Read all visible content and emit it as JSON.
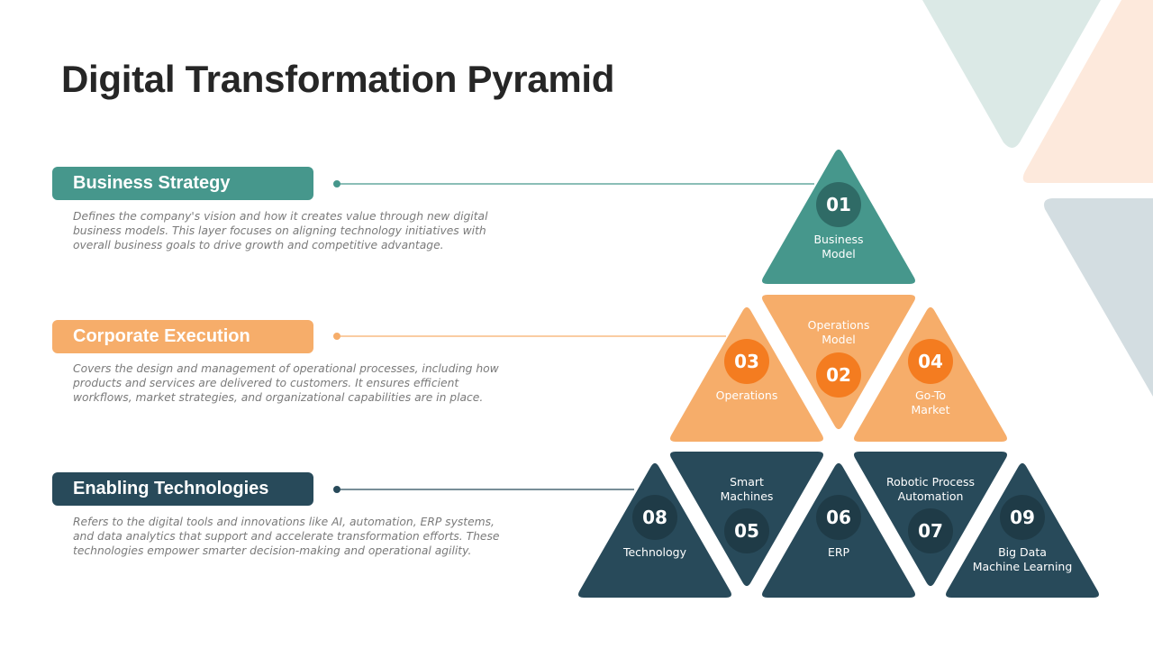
{
  "title": "Digital Transformation Pyramid",
  "colors": {
    "teal": "#46978c",
    "orange_light": "#f6ad6a",
    "orange_dark": "#f47c20",
    "navy": "#284a5a",
    "circle_teal": "#2f6b66",
    "circle_navy": "#1f3b47",
    "bg_teal": "#dbe9e6",
    "bg_peach": "#fde9dc",
    "bg_gray": "#d3dde1"
  },
  "layers": [
    {
      "label": "Business Strategy",
      "description": "Defines the company's vision and how it creates value through new digital business models. This layer focuses on aligning technology initiatives with overall business goals to drive growth and competitive advantage.",
      "color": "#46978c"
    },
    {
      "label": "Corporate Execution",
      "description": "Covers the design and management of operational processes, including how products and services are delivered to customers. It ensures efficient workflows, market strategies, and organizational capabilities are in place.",
      "color": "#f6ad6a"
    },
    {
      "label": "Enabling Technologies",
      "description": "Refers to the digital tools and innovations like AI, automation, ERP systems, and data analytics that support and accelerate transformation efforts. These technologies empower smarter decision-making and operational agility.",
      "color": "#284a5a"
    }
  ],
  "blocks": [
    {
      "number": "01",
      "label": [
        "Business",
        "Model"
      ]
    },
    {
      "number": "02",
      "label": [
        "Operations",
        "Model"
      ]
    },
    {
      "number": "03",
      "label": [
        "Operations"
      ]
    },
    {
      "number": "04",
      "label": [
        "Go-To",
        "Market"
      ]
    },
    {
      "number": "05",
      "label": [
        "Smart",
        "Machines"
      ]
    },
    {
      "number": "06",
      "label": [
        "ERP"
      ]
    },
    {
      "number": "07",
      "label": [
        "Robotic Process",
        "Automation"
      ]
    },
    {
      "number": "08",
      "label": [
        "Technology"
      ]
    },
    {
      "number": "09",
      "label": [
        "Big Data",
        "Machine Learning"
      ]
    }
  ]
}
